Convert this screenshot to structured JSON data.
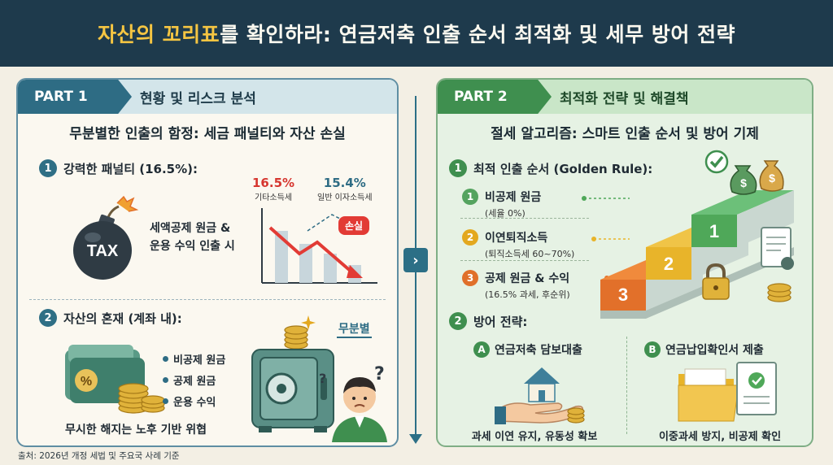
{
  "header": {
    "title_highlight": "자산의 꼬리표",
    "title_rest": "를 확인하라: 연금저축 인출 순서 최적화 및 세무 방어 전략"
  },
  "part1": {
    "label": "PART 1",
    "subtitle": "현황 및 리스크 분석",
    "heading": "무분별한 인출의 함정: 세금 패널티와 자산 손실",
    "sec1": {
      "num": "1",
      "title": "강력한 패널티 (16.5%):",
      "bomb_label": "TAX",
      "desc_line1": "세액공제 원금 &",
      "desc_line2": "운용 수익 인출 시",
      "stat1_value": "16.5%",
      "stat1_label": "기타소득세",
      "stat2_value": "15.4%",
      "stat2_label": "일반 이자소득세",
      "loss_label": "손실"
    },
    "sec2": {
      "num": "2",
      "title": "자산의 혼재 (계좌 내):",
      "items": [
        "비공제 원금",
        "공제 원금",
        "운용 수익"
      ],
      "tag": "무분별",
      "wallet_symbol": "%",
      "warning": "무시한 해지는 노후 기반 위협"
    }
  },
  "part2": {
    "label": "PART 2",
    "subtitle": "최적화 전략 및 해결책",
    "heading": "절세 알고리즘: 스마트 인출 순서 및 방어 기제",
    "sec1": {
      "num": "1",
      "title": "최적 인출 순서 (Golden Rule):",
      "steps": [
        {
          "num": "1",
          "main": "비공제 원금",
          "sub": "(세율 0%)"
        },
        {
          "num": "2",
          "main": "이연퇴직소득",
          "sub": "(퇴직소득세 60~70%)"
        },
        {
          "num": "3",
          "main": "공제 원금 & 수익",
          "sub": "(16.5% 과세, 후순위)"
        }
      ],
      "stair_labels": [
        "1",
        "2",
        "3"
      ]
    },
    "sec2": {
      "num": "2",
      "title": "방어 전략:",
      "a_letter": "A",
      "a_title": "연금저축 담보대출",
      "a_caption": "과세 이연 유지, 유동성 확보",
      "b_letter": "B",
      "b_title": "연금납입확인서 제출",
      "b_caption": "이중과세 방지, 비공제 확인"
    }
  },
  "center": {
    "chevron": "›"
  },
  "source": "출처: 2026년 개정 세법 및 주요국 사례 기준",
  "colors": {
    "header_bg": "#1e3a4c",
    "highlight": "#f5c542",
    "part1_accent": "#2e6c84",
    "part2_accent": "#3f8f4f",
    "loss_red": "#e23b35",
    "step1_green": "#4fa859",
    "step2_yellow": "#e8b42a",
    "step3_orange": "#e2702a"
  },
  "icons": [
    "bomb-icon",
    "down-trend-chart-icon",
    "wallet-icon",
    "coin-stack-icon",
    "safe-icon",
    "worried-person-icon",
    "question-icon",
    "sparkle-icon",
    "staircase-icon",
    "checkmark-icon",
    "money-bag-icon",
    "document-icon",
    "padlock-icon",
    "house-in-hand-icon",
    "folder-icon",
    "certificate-icon"
  ]
}
